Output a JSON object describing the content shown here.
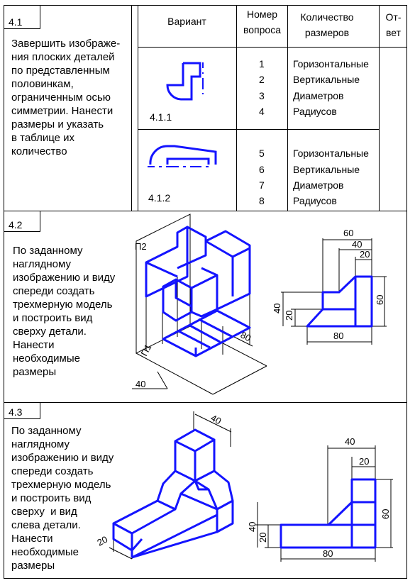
{
  "section1": {
    "number": "4.1",
    "task_text": "Завершить изображе-\nния плоских деталей\nпо представленным\nполовинкам,\nограниченным осью\nсимметрии. Нанести\nразмеры и указать\nв таблице их\nколичество",
    "table": {
      "headers": {
        "variant": "Вариант",
        "question_no": "Номер\nвопроса",
        "count": "Количество\nразмеров",
        "answer": "От-\nвет"
      },
      "rows": [
        {
          "variant_label": "4.1.1",
          "questions": [
            "1",
            "2",
            "3",
            "4"
          ],
          "items": [
            "Горизонтальные",
            "Вертикальные",
            "Диаметров",
            "Радиусов"
          ]
        },
        {
          "variant_label": "4.1.2",
          "questions": [
            "5",
            "6",
            "7",
            "8"
          ],
          "items": [
            "Горизонтальные",
            "Вертикальные",
            "Диаметров",
            "Радиусов"
          ]
        }
      ]
    }
  },
  "section2": {
    "number": "4.2",
    "task_text": "По заданному\nнаглядному\nизображению и виду\nспереди создать\nтрехмерную модель\nи построить вид\nсверху детали.\nНанести\nнеобходимые\nразмеры",
    "plane_label_1": "П2",
    "plane_label_2": "П1",
    "iso_dims": {
      "length": "80",
      "width": "40"
    },
    "front_dims": {
      "top_60": "60",
      "top_40": "40",
      "top_20": "20",
      "left_40": "40",
      "left_20": "20",
      "right_60": "60",
      "bottom_80": "80"
    }
  },
  "section3": {
    "number": "4.3",
    "task_text": "По заданному\nнаглядному\nизображению и виду\nспереди создать\nтрехмерную модель\nи построить вид\nсверху  и вид\nслева детали.\nНанести\nнеобходимые\nразмеры",
    "iso_dims": {
      "top": "40",
      "bottom": "20"
    },
    "front_dims": {
      "top_40": "40",
      "top_20": "20",
      "left_40": "40",
      "left_20": "20",
      "right_60": "60",
      "bottom_80": "80"
    }
  },
  "colors": {
    "drawing": "#1414ff",
    "lines": "#000000"
  }
}
